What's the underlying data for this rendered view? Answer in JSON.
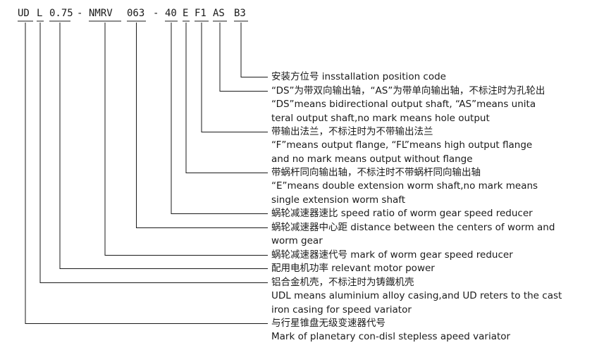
{
  "code_parts": [
    "UD",
    "L",
    "0.75",
    "-",
    "NMRV",
    "063",
    "-",
    "40",
    "E",
    "F1",
    "AS",
    "B3"
  ],
  "descriptions": [
    {
      "lines": [
        "安装方位号 insstallation position code"
      ]
    },
    {
      "lines": [
        "“DS”为带双向输出轴，“AS”为带单向输出轴，不标注时为孔轮出",
        "“DS”means bidirectional output shaft, “AS”means unita",
        "teral output shaft,no mark means hole output"
      ]
    },
    {
      "lines": [
        "带输出法兰，不标注时为不带输出法兰",
        "“F”means output flange, “FL”means high output flange",
        "and no mark means output without flange"
      ]
    },
    {
      "lines": [
        "带蜗杆同向输出轴，不标注时不带蜗杆同向输出轴",
        "“E”means double extension worm shaft,no mark means",
        "single extension worm shaft"
      ]
    },
    {
      "lines": [
        "蜗轮减速器速比 speed ratio of worm gear speed reducer"
      ]
    },
    {
      "lines": [
        "蜗轮减速器中心距 distance between the centers of worm and",
        "worm gear"
      ]
    },
    {
      "lines": [
        "蜗轮减速器速代号 mark of worm gear speed reducer"
      ]
    },
    {
      "lines": [
        "配用电机功率 relevant motor power"
      ]
    },
    {
      "lines": [
        "铝合金机壳，不标注时为铸鐡机壳",
        "UDL means aluminium alloy casing,and UD reters to the cast",
        "iron casing for speed variator"
      ]
    },
    {
      "lines": [
        "与行星锥盘无级变速器代号",
        "Mark of planetary con-disl stepless apeed variator"
      ]
    }
  ]
}
